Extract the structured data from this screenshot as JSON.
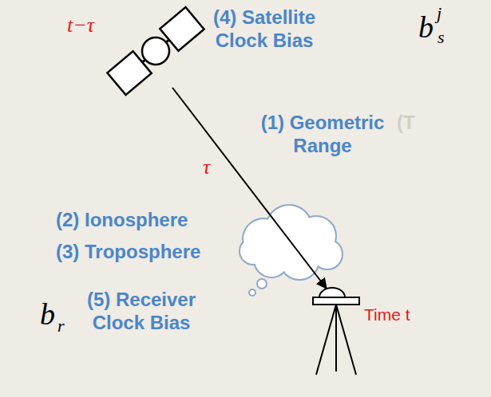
{
  "diagram": {
    "labels": [
      "t−τ",
      "(4) Satellite Clock Bias",
      "b",
      "j",
      "s",
      "τ",
      "(1) Geometric Range",
      "(T",
      "(2) Ionosphere",
      "(3) Troposphere",
      "b",
      "r",
      "(5) Receiver Clock Bias",
      "Time t"
    ]
  }
}
